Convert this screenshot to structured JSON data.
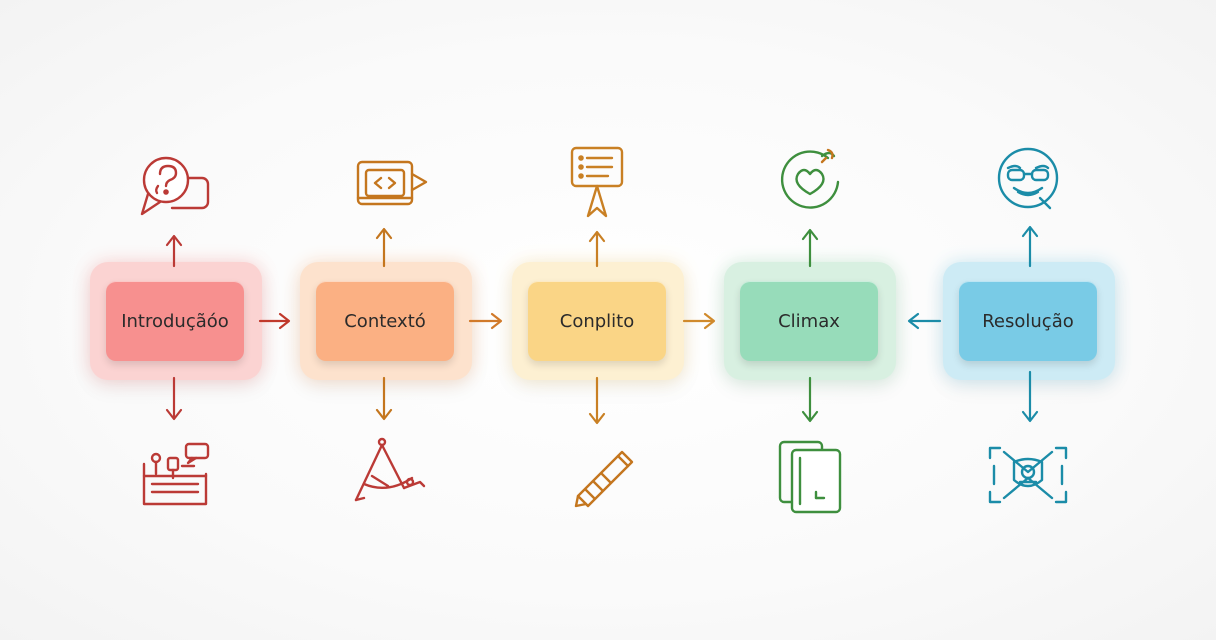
{
  "stages": [
    {
      "label": "Introduçãóo",
      "outer": "#fbd3d2",
      "inner": "#f7908f",
      "accent": "#bb3a36",
      "top_icon": "speech-bubble-question-icon",
      "bottom_icon": "workstation-board-icon"
    },
    {
      "label": "Contextó",
      "outer": "#fde2cd",
      "inner": "#fbb083",
      "accent": "#c4761e",
      "top_icon": "film-projector-icon",
      "bottom_icon": "compass-drawing-icon"
    },
    {
      "label": "Conplito",
      "outer": "#fdf0d2",
      "inner": "#fad586",
      "accent": "#c98024",
      "top_icon": "sign-board-icon",
      "bottom_icon": "pencil-tool-icon"
    },
    {
      "label": "Climax",
      "outer": "#d8f0e1",
      "inner": "#97dcba",
      "accent": "#3e8f3e",
      "top_icon": "heart-circle-icon",
      "bottom_icon": "tablet-document-icon"
    },
    {
      "label": "Resolução",
      "outer": "#cdebf5",
      "inner": "#79cbe6",
      "accent": "#1b8ca8",
      "top_icon": "smiling-face-icon",
      "bottom_icon": "network-frame-icon"
    }
  ],
  "connectors": [
    {
      "from": "Introduçãóo",
      "to": "Contextó",
      "direction": "right"
    },
    {
      "from": "Contextó",
      "to": "Conplito",
      "direction": "right"
    },
    {
      "from": "Conplito",
      "to": "Climax",
      "direction": "right"
    },
    {
      "from": "Resolução",
      "to": "Climax",
      "direction": "left"
    }
  ]
}
